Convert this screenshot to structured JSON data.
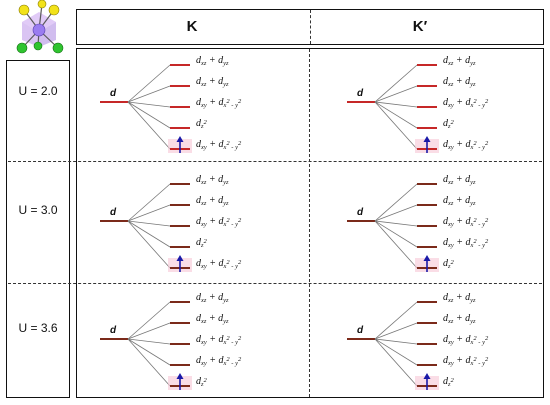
{
  "header": {
    "col_left": "K",
    "col_right": "K′"
  },
  "colors": {
    "level": "#c62828",
    "level_shaded": "#7b2a1a",
    "arrow": "#1a1aa8",
    "glow": "#f7c7d6"
  },
  "rows": [
    {
      "u_label": "U = 2.0",
      "K": {
        "d_label": "d",
        "levels": [
          "dxz + dyz",
          "dxz + dyz",
          "dxy + dx2-y2",
          "dz2",
          "dxy + dx2-y2"
        ],
        "spin_level": 5
      },
      "Kp": {
        "d_label": "d",
        "levels": [
          "dxz + dyz",
          "dxz + dyz",
          "dxy + dx2-y2",
          "dz2",
          "dxy + dx2-y2"
        ],
        "spin_level": 5
      }
    },
    {
      "u_label": "U = 3.0",
      "K": {
        "d_label": "d",
        "levels": [
          "dxz + dyz",
          "dxz + dyz",
          "dxy + dx2-y2",
          "dz2",
          "dxy + dx2-y2"
        ],
        "spin_level": 5
      },
      "Kp": {
        "d_label": "d",
        "levels": [
          "dxz + dyz",
          "dxz + dyz",
          "dxy + dx2-y2",
          "dxy + dx2-y2",
          "dz2"
        ],
        "spin_level": 5
      }
    },
    {
      "u_label": "U = 3.6",
      "K": {
        "d_label": "d",
        "levels": [
          "dxz + dyz",
          "dxz + dyz",
          "dxy + dx2-y2",
          "dxy + dx2-y2",
          "dz2"
        ],
        "spin_level": 5
      },
      "Kp": {
        "d_label": "d",
        "levels": [
          "dxz + dyz",
          "dxz + dyz",
          "dxy + dx2-y2",
          "dxy + dx2-y2",
          "dz2"
        ],
        "spin_level": 5
      }
    }
  ]
}
